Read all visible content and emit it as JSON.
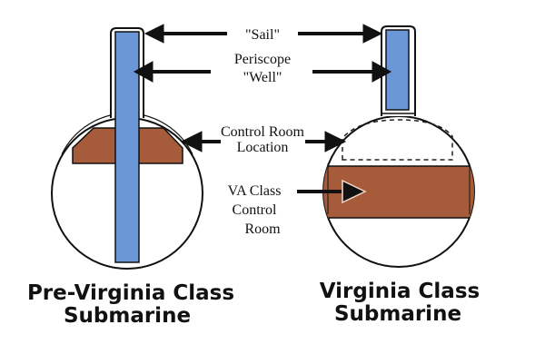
{
  "diagram": {
    "colors": {
      "periscope_well": "#6b97d6",
      "control_room": "#a65b3a",
      "outline": "#111111",
      "background": "#ffffff"
    },
    "labels": {
      "sail": "\"Sail\"",
      "periscope_line1": "Periscope",
      "periscope_line2": "\"Well\"",
      "control_room_location_line1": "Control Room",
      "control_room_location_line2": "Location",
      "va_class_line1": "VA Class",
      "va_class_line2": "Control",
      "va_class_line3": "Room"
    },
    "submarines": [
      {
        "title_line1": "Pre-Virginia Class",
        "title_line2": "Submarine"
      },
      {
        "title_line1": "Virginia Class",
        "title_line2": "Submarine"
      }
    ]
  }
}
